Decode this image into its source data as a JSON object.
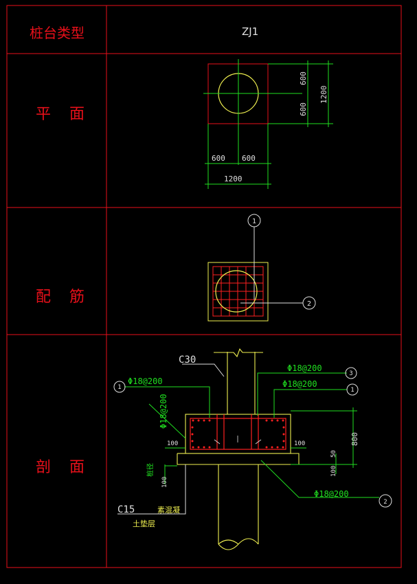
{
  "table": {
    "header_label": "桩台类型",
    "type_name": "ZJ1",
    "rows": [
      {
        "label": "平 面"
      },
      {
        "label": "配 筋"
      },
      {
        "label": "剖 面"
      }
    ]
  },
  "plan": {
    "dim_top_half": "600",
    "dim_bottom_half": "600",
    "dim_total_vertical": "1200",
    "dim_left_half": "600",
    "dim_right_half": "600",
    "dim_total_horizontal": "1200"
  },
  "rebar": {
    "marker_1": "1",
    "marker_2": "2"
  },
  "section": {
    "concrete_top": "C30",
    "rebar_label_left": "Φ18@200",
    "rebar_label_top_right": "Φ18@200",
    "rebar_label_right": "Φ18@200",
    "rebar_label_bottom": "Φ18@200",
    "rebar_label_vertical": "Φ18@200",
    "marker_1_left": "1",
    "marker_3": "3",
    "marker_1_right": "1",
    "marker_2": "2",
    "dim_height": "800",
    "dim_side_left": "100",
    "dim_side_right": "100",
    "dim_bottom_left": "100",
    "dim_bottom_right": "100",
    "dim_small_right": "50",
    "pile_label": "桩径",
    "concrete_bottom": "C15",
    "plain_concrete": "素混凝",
    "soil_layer": "土垫层"
  },
  "colors": {
    "grid": "#e8101a",
    "outline": "#f0f050",
    "dimension": "#20e020",
    "rebar": "#ff2020",
    "white": "#e0e0e0"
  }
}
